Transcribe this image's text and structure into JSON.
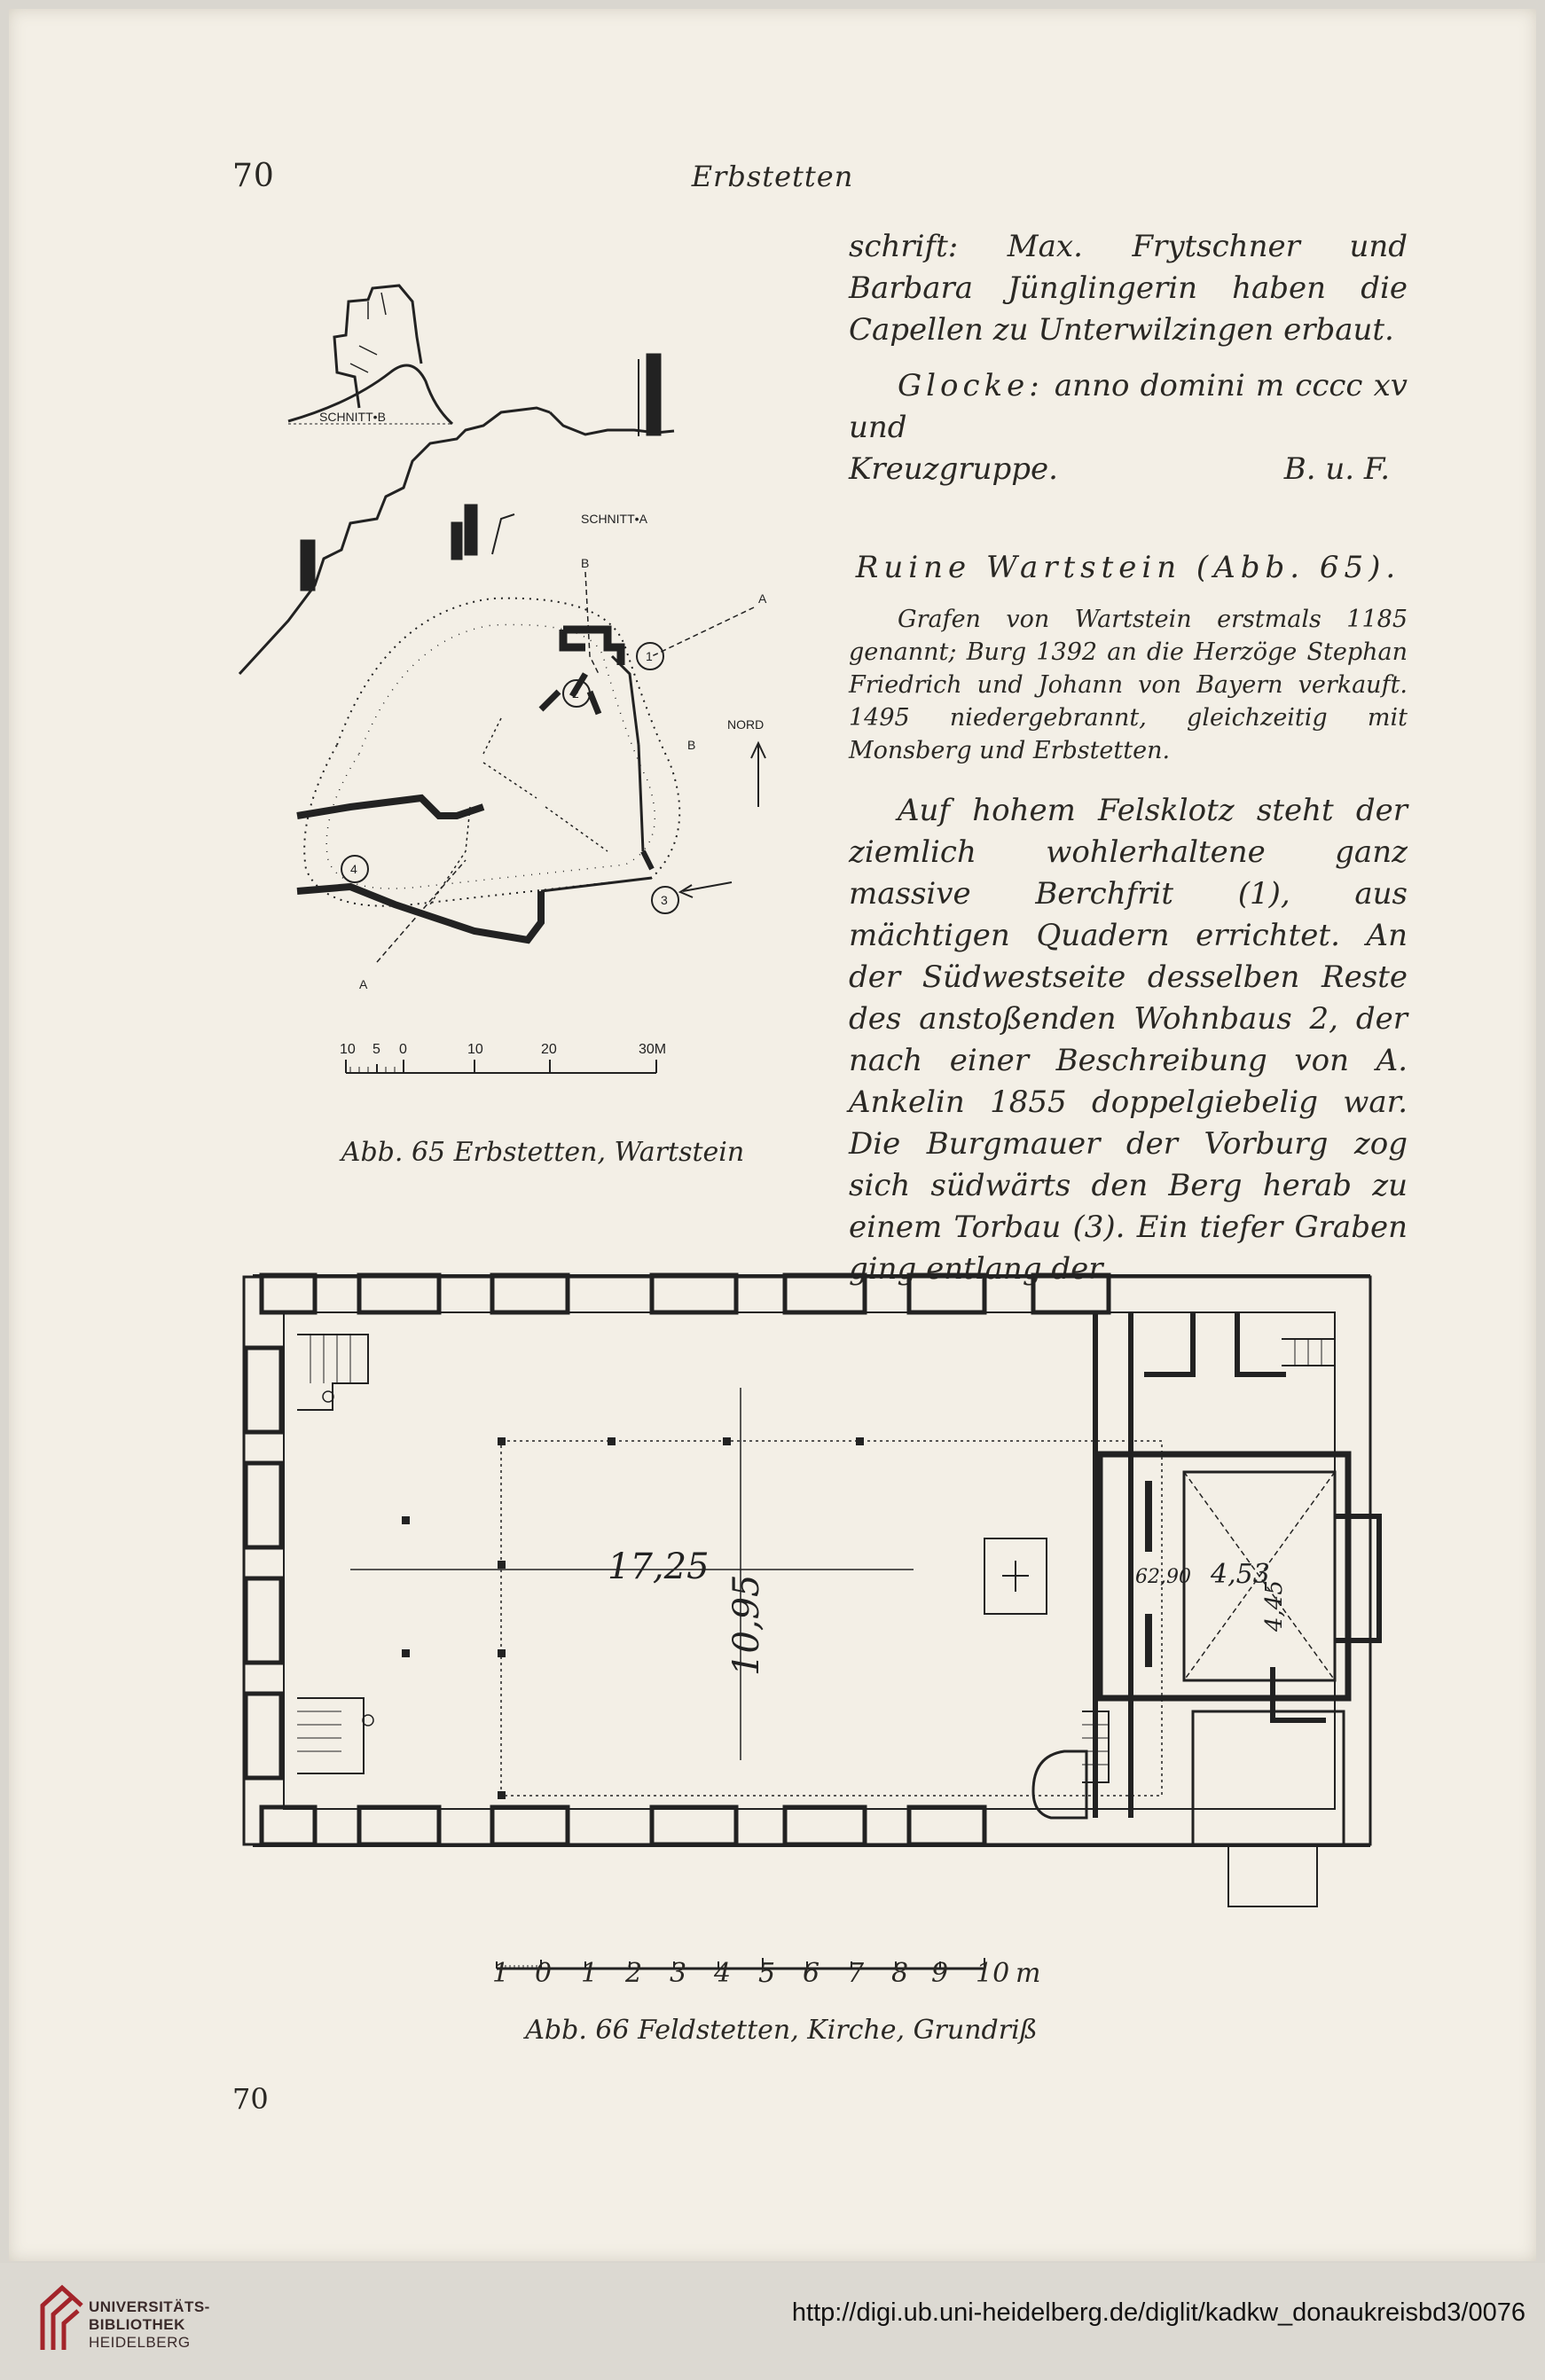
{
  "header": {
    "page_number": "70",
    "title": "Erbstetten"
  },
  "figure65": {
    "labels": {
      "schnitt_b": "SCHNITT•B",
      "schnitt_a": "SCHNITT•A",
      "b_top": "B",
      "a_top": "A",
      "b_bottom": "B",
      "a_bottom": "A",
      "nord": "NORD",
      "n1": "1",
      "n2": "2",
      "n3": "3",
      "n4": "4"
    },
    "scale_labels": [
      "10",
      "5",
      "0",
      "10",
      "20",
      "30M"
    ],
    "caption": "Abb. 65 Erbstetten, Wartstein"
  },
  "text": {
    "inscription": "schrift: Max. Frytschner und Barbara Jünglingerin haben die Capellen zu Unterwilzingen erbaut.",
    "bell_intro": "Glocke:",
    "bell_text": "anno domini m cccc xv und",
    "bell_line2_left": "Kreuzgruppe.",
    "bell_line2_right": "B. u. F.",
    "ruin_heading": "Ruine Wartstein (Abb. 65).",
    "history": "Grafen von Wartstein erstmals 1185 genannt; Burg 1392 an die Herzöge Stephan Friedrich und Johann von Bayern verkauft. 1495 niedergebrannt, gleichzeitig mit Monsberg und Erbstetten.",
    "body": "Auf hohem Felsklotz steht der ziemlich wohlerhaltene ganz massive Berchfrit (1), aus mächtigen Quadern errichtet. An der Südwestseite desselben Reste des anstoßenden Wohnbaus 2, der nach einer Beschreibung von A. Ankelin 1855 doppelgiebelig war. Die Burgmauer der Vorburg zog sich südwärts den Berg herab zu einem Torbau (3). Ein tiefer Graben ging entlang der"
  },
  "figure66": {
    "dimensions": {
      "length": "17,25",
      "width": "10,95",
      "tower_a": "62,90",
      "tower_b": "4,53",
      "tower_c": "4,45"
    },
    "scale_labels": [
      "1",
      "0",
      "1",
      "2",
      "3",
      "4",
      "5",
      "6",
      "7",
      "8",
      "9",
      "10",
      "m"
    ],
    "caption": "Abb. 66 Feldstetten, Kirche, Grundriß"
  },
  "footer_page_number": "70",
  "footer": {
    "library_line1": "UNIVERSITÄTS-",
    "library_line2": "BIBLIOTHEK",
    "library_line3": "HEIDELBERG",
    "url": "http://digi.ub.uni-heidelberg.de/diglit/kadkw_donaukreisbd3/0076",
    "logo_color": "#a3242a"
  }
}
